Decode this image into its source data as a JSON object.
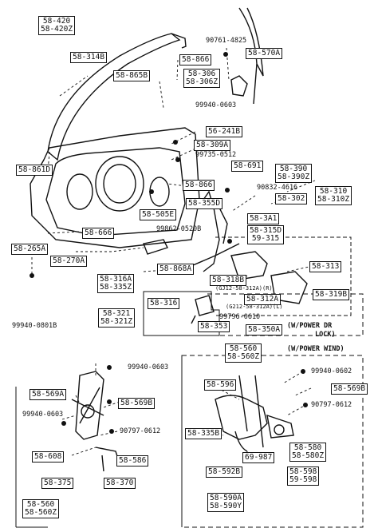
{
  "labels": {
    "l1": "58-420\n58-420Z",
    "l2": "58-314B",
    "l3": "58-866",
    "l4": "58-865B",
    "l5": "58-306\n58-306Z",
    "l6": "58-570A",
    "l7": "56-241B",
    "l8": "58-309A",
    "l9": "58-861D",
    "l10": "58-691",
    "l11": "58-390\n58-390Z",
    "l12": "58-866",
    "l13": "58-355D",
    "l14": "58-302",
    "l15": "58-310\n58-310Z",
    "l16": "58-505E",
    "l17": "58-3A1",
    "l18": "58-315D\n59-315",
    "l19": "58-666",
    "l20": "58-265A",
    "l21": "58-270A",
    "l22": "58-868A",
    "l23": "58-313",
    "l24": "58-316A\n58-335Z",
    "l25": "58-318B",
    "l26": "58-312A",
    "l27": "58-319B",
    "l28": "58-316",
    "l29": "58-321\n58-321Z",
    "l30": "58-353",
    "l31": "58-350A",
    "l32": "58-560\n58-560Z",
    "l33": "58-596",
    "l34": "58-569A",
    "l35": "58-569B",
    "l36": "58-569B",
    "l37": "58-335B",
    "l38": "58-608",
    "l39": "58-586",
    "l40": "69-987",
    "l41": "58-580\n58-580Z",
    "l42": "58-592B",
    "l43": "58-598\n59-598",
    "l44": "58-375",
    "l45": "58-370",
    "l46": "58-590A\n58-590Y",
    "l47": "58-560\n58-560Z"
  },
  "texts": {
    "t1": "90761-4825",
    "t2": "99940-0603",
    "t3": "99735-0512",
    "t4": "90832-4616",
    "t5": "99862-0520B",
    "t6": "(GJ12-58-312A)(R)",
    "t7": "(G212-58-312A)(L)",
    "t8": "99940-0801B",
    "t9": "99796-0610",
    "t10": "99940-0603",
    "t11": "99940-0602",
    "t12": "99940-0603",
    "t13": "90797-0612",
    "t14": "90797-0612"
  },
  "notes": {
    "n1": "(W/POWER DR",
    "n2": "LOCK)",
    "n3": "(W/POWER WIND)"
  }
}
